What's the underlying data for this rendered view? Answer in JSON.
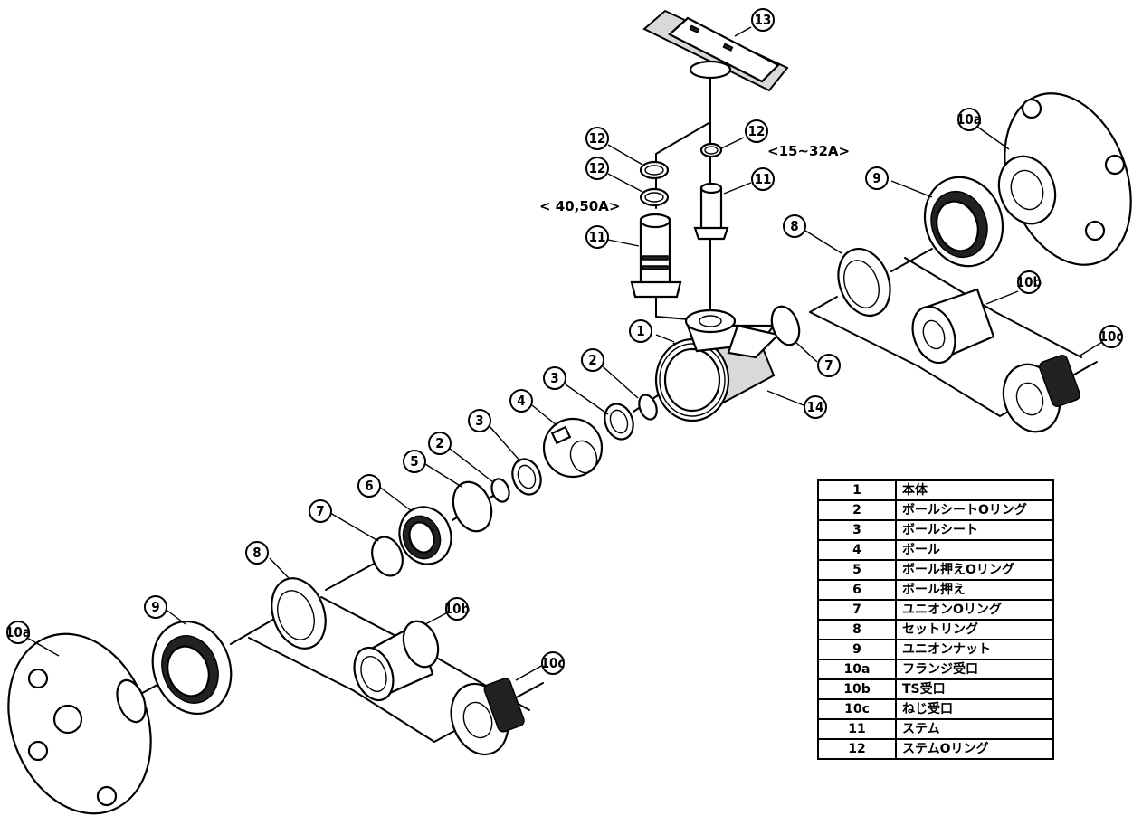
{
  "callouts": {
    "c1": "1",
    "c2a": "2",
    "c2b": "2",
    "c3a": "3",
    "c3b": "3",
    "c4": "4",
    "c5": "5",
    "c6": "6",
    "c7a": "7",
    "c7b": "7",
    "c8a": "8",
    "c8b": "8",
    "c9a": "9",
    "c9b": "9",
    "c10a_top": "10a",
    "c10a_bot": "10a",
    "c10b_top": "10b",
    "c10b_bot": "10b",
    "c10c_top": "10c",
    "c10c_bot": "10c",
    "c11a": "11",
    "c11b": "11",
    "c12a": "12",
    "c12b": "12",
    "c12c": "12",
    "c13": "13",
    "c14": "14"
  },
  "notes": {
    "size_large": "< 40,50A>",
    "size_small": "<15~32A>"
  },
  "parts_table": {
    "rows": [
      {
        "no": "1",
        "name": "本体"
      },
      {
        "no": "2",
        "name": "ボールシートOリング"
      },
      {
        "no": "3",
        "name": "ボールシート"
      },
      {
        "no": "4",
        "name": "ボール"
      },
      {
        "no": "5",
        "name": "ボール押えOリング"
      },
      {
        "no": "6",
        "name": "ボール押え"
      },
      {
        "no": "7",
        "name": "ユニオンOリング"
      },
      {
        "no": "8",
        "name": "セットリング"
      },
      {
        "no": "9",
        "name": "ユニオンナット"
      },
      {
        "no": "10a",
        "name": "フランジ受口"
      },
      {
        "no": "10b",
        "name": "TS受口"
      },
      {
        "no": "10c",
        "name": "ねじ受口"
      },
      {
        "no": "11",
        "name": "ステム"
      },
      {
        "no": "12",
        "name": "ステムOリング"
      }
    ]
  }
}
